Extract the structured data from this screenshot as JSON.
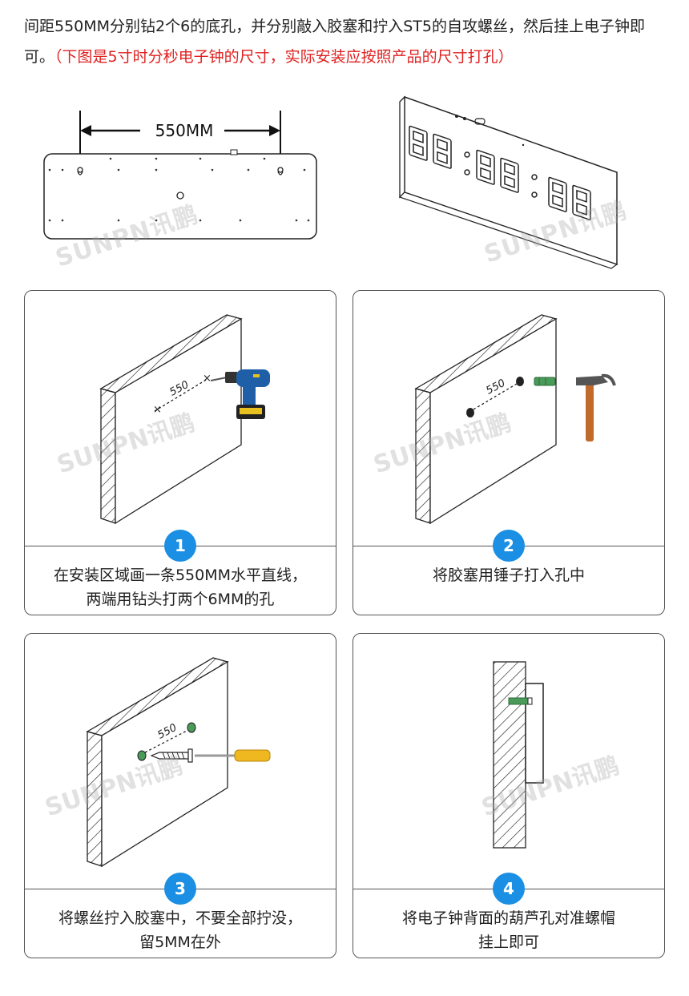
{
  "intro": {
    "text": "间距550MM分别钻2个6的底孔，并分别敲入胶塞和拧入ST5的自攻螺丝，然后挂上电子钟即可。",
    "note": "（下图是5寸时分秒电子钟的尺寸，实际安装应按照产品的尺寸打孔）"
  },
  "dimension_label": "550MM",
  "watermark": "SUNPN讯鹏",
  "steps": [
    {
      "number": "1",
      "line1": "在安装区域画一条550MM水平直线，",
      "line2": "两端用钻头打两个6MM的孔",
      "mark": "550"
    },
    {
      "number": "2",
      "line1": "将胶塞用锤子打入孔中",
      "line2": "",
      "mark": "550"
    },
    {
      "number": "3",
      "line1": "将螺丝拧入胶塞中，不要全部拧没，",
      "line2": "留5MM在外",
      "mark": "550"
    },
    {
      "number": "4",
      "line1": "将电子钟背面的葫芦孔对准螺帽",
      "line2": "挂上即可",
      "mark": ""
    }
  ],
  "colors": {
    "badge": "#1a8fe3",
    "note": "#e02020",
    "drill_body": "#1e5fa8",
    "drill_accent": "#e8c020",
    "hammer_handle": "#c26a2a",
    "anchor": "#4a9a5a",
    "screwdriver": "#f0b820"
  },
  "icons": [
    "drill-icon",
    "hammer-icon",
    "screwdriver-icon",
    "screw-icon",
    "wall-anchor-icon",
    "clock-back-icon",
    "clock-front-icon"
  ]
}
